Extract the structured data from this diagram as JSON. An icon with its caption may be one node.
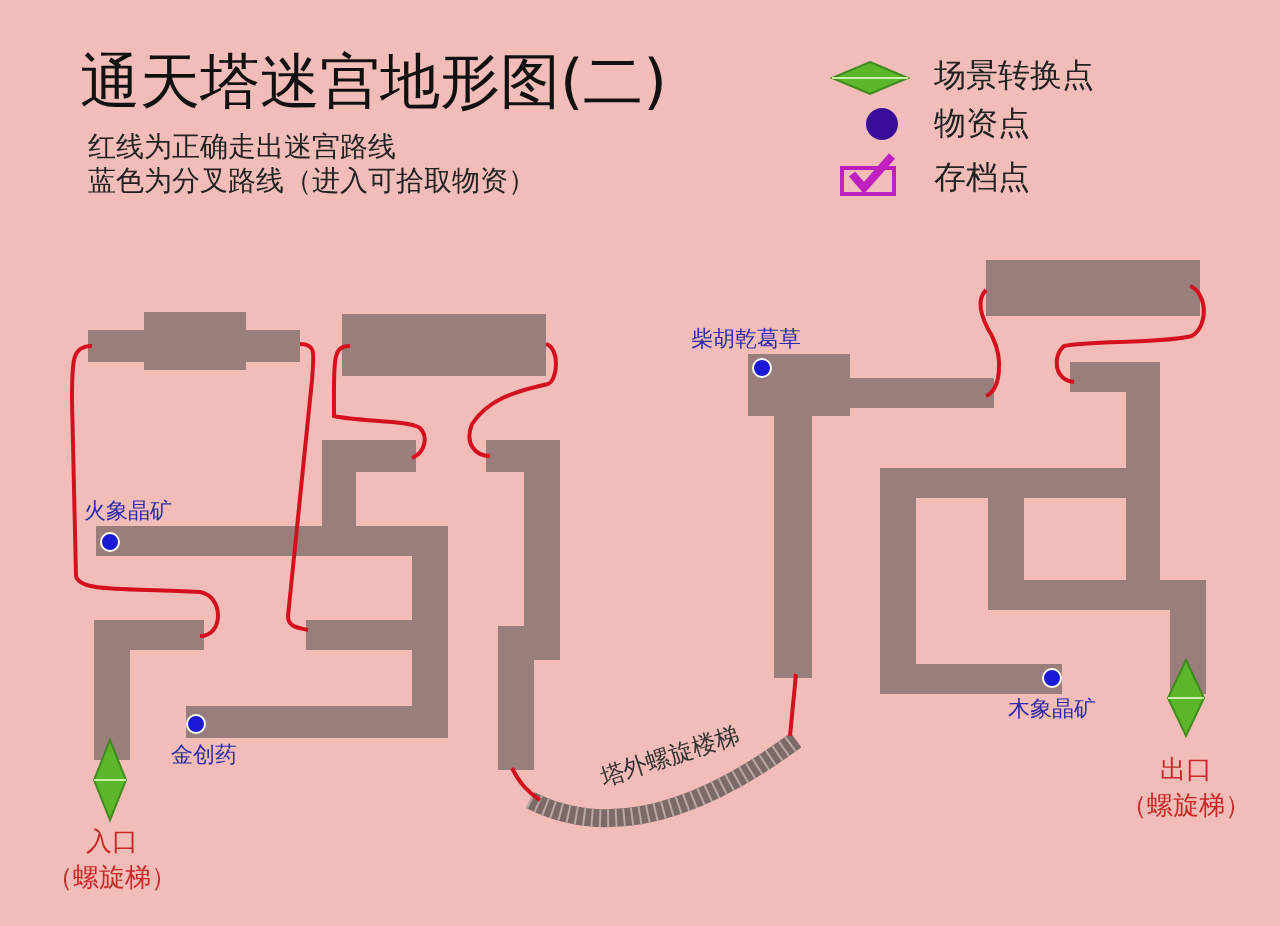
{
  "diagram": {
    "title": "通天塔迷宫地形图(二)",
    "labels": [
      "红线为正确走出迷宫路线",
      "蓝色为分叉路线（进入可拾取物资）",
      "柴胡乾葛草",
      "火象晶矿",
      "金创药",
      "塔外螺旋楼梯",
      "木象晶矿",
      "入口",
      "（螺旋梯）",
      "出口",
      "（螺旋梯）"
    ],
    "legend": [
      {
        "text": "场景转换点"
      },
      {
        "text": "物资点"
      },
      {
        "text": "存档点"
      }
    ]
  }
}
